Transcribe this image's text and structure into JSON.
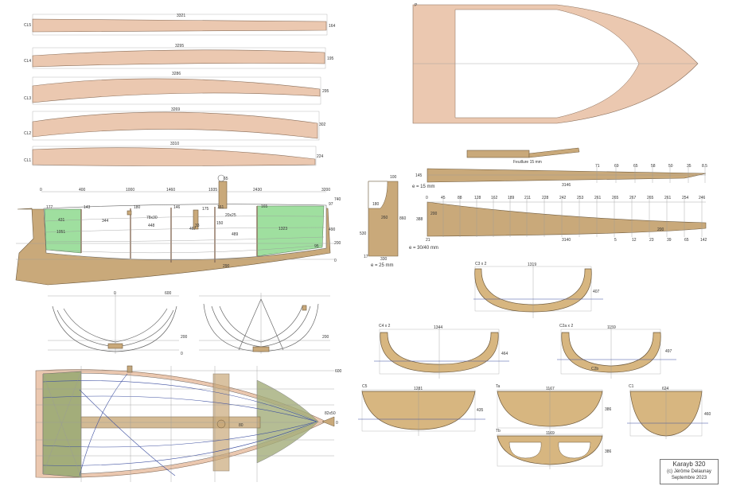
{
  "strakes": [
    {
      "id": "CL5",
      "length": "3321",
      "height": "164"
    },
    {
      "id": "CL4",
      "length": "3295",
      "height": "195"
    },
    {
      "id": "CL3",
      "length": "3286",
      "height": "295"
    },
    {
      "id": "CL2",
      "length": "3269",
      "height": "302"
    },
    {
      "id": "CL1",
      "length": "3310",
      "height": "224"
    }
  ],
  "profile": {
    "stations": [
      "0",
      "400",
      "1000",
      "1460",
      "1935",
      "2430",
      "3200"
    ],
    "labels": {
      "s65": "65",
      "s740": "740",
      "s97": "97",
      "s490": "490",
      "s200": "200",
      "s0": "0",
      "s177": "177",
      "s143": "143",
      "s180": "180",
      "s146": "146",
      "s175": "175",
      "s161": "161",
      "s165": "165",
      "s431": "431",
      "s1051": "1051",
      "s344": "344",
      "s448": "448",
      "s78x30": "78x30",
      "s150": "150",
      "s467": "467",
      "s33": "33",
      "s20x25": "20x25",
      "s489": "489",
      "s1323": "1323",
      "s95": "95",
      "s290": "290"
    }
  },
  "sections": {
    "s0": "0",
    "s600": "600",
    "s200": "200",
    "s0b": "0"
  },
  "deck": {
    "p": "P"
  },
  "rubbing": {
    "label": "Feuillure 15 mm"
  },
  "keel": {
    "top": {
      "left": "145",
      "ticks": [
        "71",
        "69",
        "65",
        "58",
        "50",
        "35",
        "8.5"
      ],
      "len": "3146",
      "thickness": "e = 15 mm"
    },
    "bottom": {
      "left": "388",
      "left2": "200",
      "ticks": [
        "0",
        "45",
        "88",
        "128",
        "162",
        "189",
        "211",
        "228",
        "242",
        "253",
        "261",
        "265",
        "267",
        "265",
        "261",
        "254",
        "246"
      ],
      "bottom_ticks": [
        "21",
        "5",
        "12",
        "23",
        "39",
        "65",
        "142"
      ],
      "len": "3140",
      "inner": "200",
      "thickness": "e = 30/40 mm"
    }
  },
  "stem": {
    "w100": "100",
    "w180": "180",
    "w260": "260",
    "h860": "860",
    "h530": "530",
    "w17": "17",
    "w330": "330",
    "thickness": "e = 25 mm"
  },
  "frames": {
    "c3": {
      "id": "C3 x 2",
      "w": "1319",
      "h": "407"
    },
    "c4": {
      "id": "C4 x 2",
      "w": "1344",
      "h": "464"
    },
    "c2a": {
      "id": "C2a x 2",
      "w": "1159",
      "h": "497",
      "c2b": "C2b"
    },
    "c5": {
      "id": "C5",
      "w": "1281",
      "h": "435"
    },
    "ta": {
      "id": "Ta",
      "w": "1167",
      "h": "386"
    },
    "c1": {
      "id": "C1",
      "w": "624",
      "h": "460"
    },
    "tb": {
      "id": "Tb",
      "w": "1169",
      "h": "386"
    }
  },
  "plan": {
    "s600": "600",
    "s82x50": "82x50",
    "s0": "0",
    "s80": "80"
  },
  "title": {
    "name": "Karayb 320",
    "author": "(c) Jérôme Delaunay",
    "date": "Septembre 2023"
  },
  "colors": {
    "plank": "#ebc8b0",
    "wood": "#c9a97a",
    "frame": "#d3b07b",
    "green": "#9fdf9f",
    "line": "#555555",
    "olive": "#a3ad7a"
  }
}
